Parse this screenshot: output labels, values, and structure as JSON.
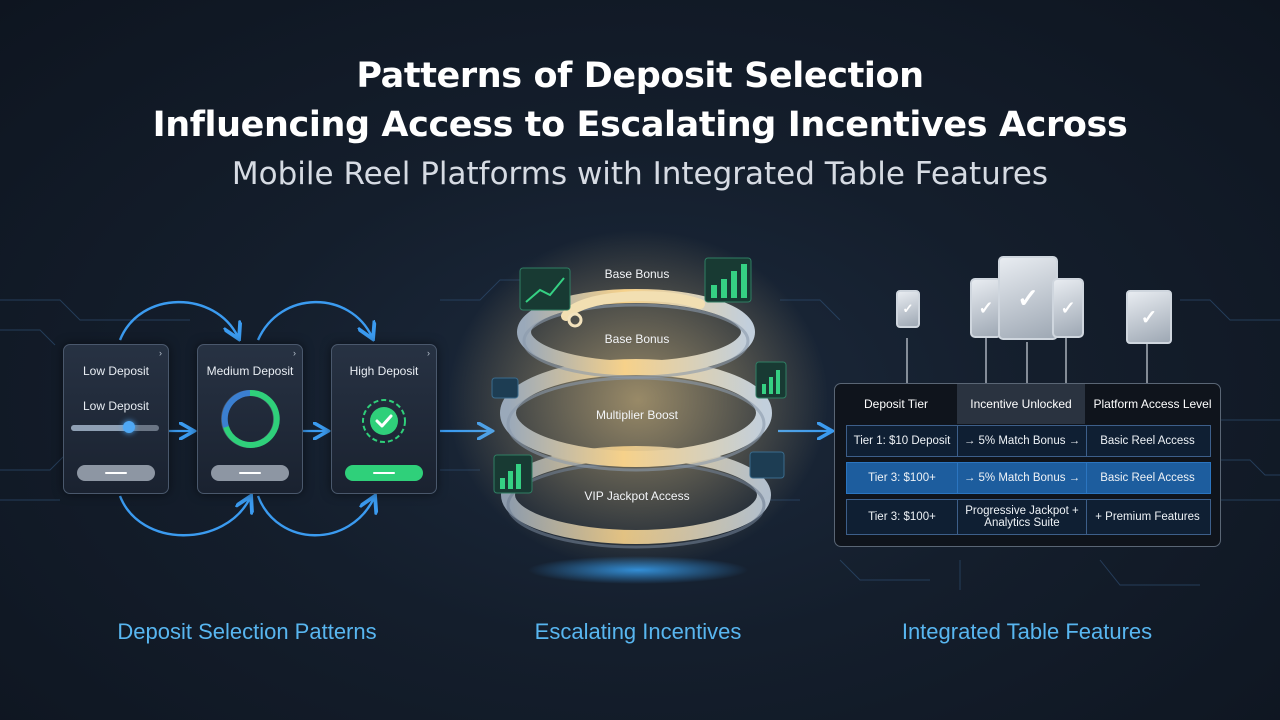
{
  "title": {
    "line1": "Patterns of Deposit Selection",
    "line2": "Influencing Access to Escalating Incentives Across",
    "line3": "Mobile Reel Platforms with Integrated Table Features"
  },
  "deposit_cards": [
    {
      "heading": "Low Deposit",
      "sublabel": "Low Deposit",
      "indicator": "slider"
    },
    {
      "heading": "Medium Deposit",
      "indicator": "ring"
    },
    {
      "heading": "High Deposit",
      "indicator": "check"
    }
  ],
  "incentive_stack": {
    "labels": [
      "Base Bonus",
      "Base Bonus",
      "Multiplier Boost",
      "VIP Jackpot Access"
    ]
  },
  "table": {
    "headers": [
      "Deposit Tier",
      "Incentive Unlocked",
      "Platform Access Level"
    ],
    "rows": [
      {
        "tier": "Tier 1: $10 Deposit",
        "incentive": "→ 5% Match Bonus →",
        "access": "Basic Reel Access",
        "highlight": false
      },
      {
        "tier": "Tier 3: $100+",
        "incentive": "→ 5% Match Bonus →",
        "access": "Basic Reel Access",
        "highlight": true
      },
      {
        "tier": "Tier 3: $100+",
        "incentive": "Progressive Jackpot + Analytics Suite",
        "access": "+ Premium Features",
        "highlight": false
      }
    ]
  },
  "section_labels": {
    "left": "Deposit Selection Patterns",
    "middle": "Escalating Incentives",
    "right": "Integrated Table Features"
  },
  "colors": {
    "accent_blue": "#3b9bf0",
    "section_label": "#58b6f0",
    "success_green": "#2fd07a",
    "gold_ring": "#f2c777",
    "background": "#141e2c"
  }
}
